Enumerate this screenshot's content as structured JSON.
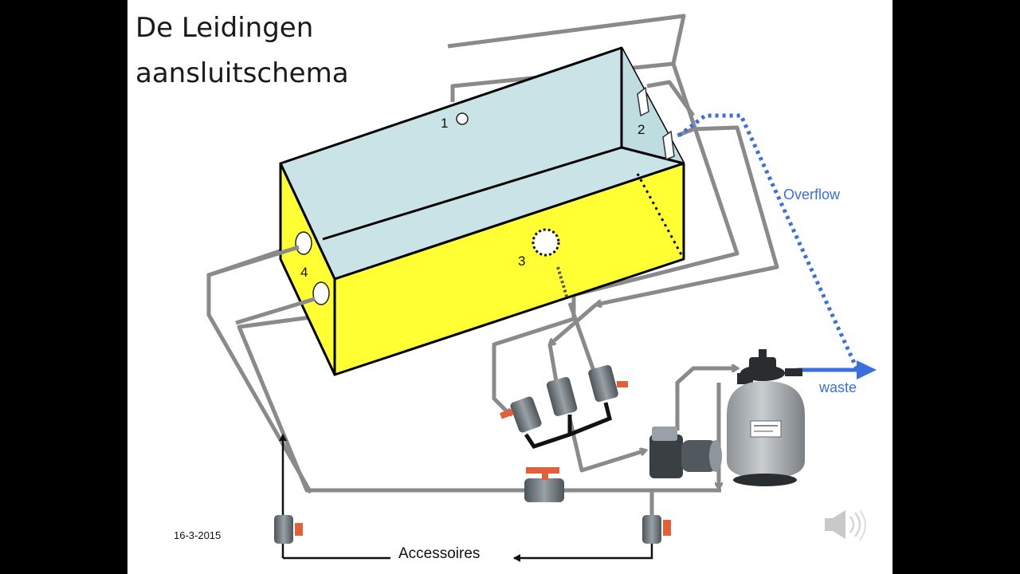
{
  "title": {
    "line1": "De Leidingen",
    "line2": "aansluitschema"
  },
  "labels": {
    "outlet1": "1",
    "outlet2": "2",
    "outlet3": "3",
    "outlet4": "4",
    "overflow": "Overflow",
    "waste": "waste",
    "accessories": "Accessoires",
    "date": "16-3-2015"
  },
  "colors": {
    "pipe": "#8a8a8a",
    "pool_wall": "#ffff33",
    "water": "#c9e3e6",
    "overflow_line": "#3a6fe0",
    "valve_handle": "#e0603a",
    "valve_body": "#6e7579"
  },
  "icons": {
    "speaker": "speaker-icon"
  }
}
